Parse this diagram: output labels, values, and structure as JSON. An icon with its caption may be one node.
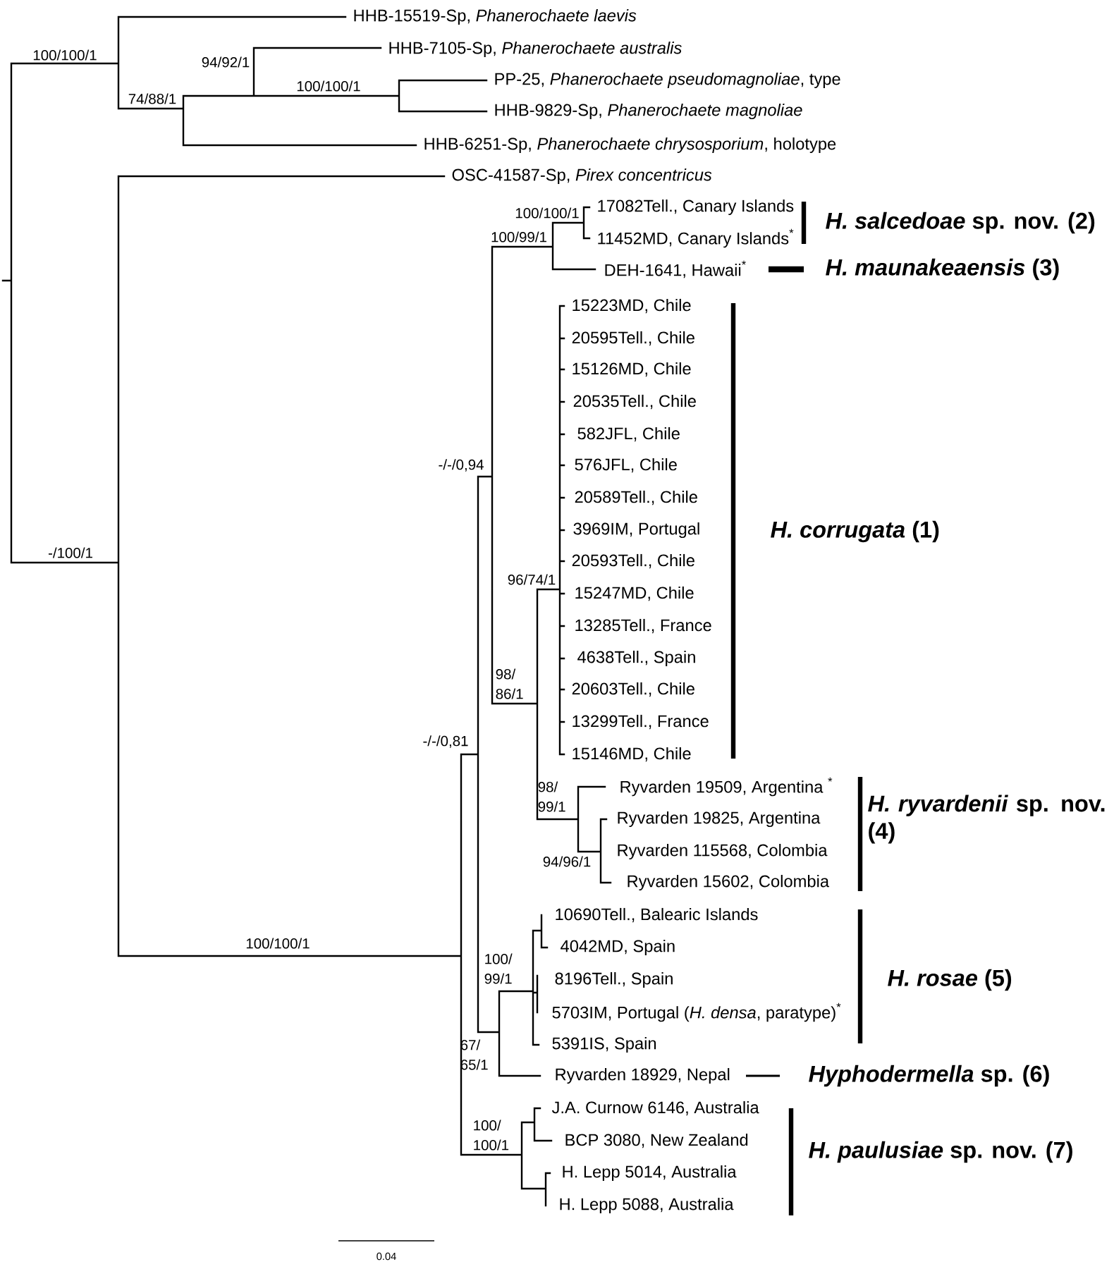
{
  "diagram": {
    "labels": [
      "100/100/1",
      "HHB-15519-Sp, *Phanerochaete laevis*",
      "94/92/1",
      "HHB-7105-Sp, *Phanerochaete australis*",
      "100/100/1",
      "PP-25, *Phanerochaete pseudomagnoliae*, type",
      "74/88/1",
      "HHB-9829-Sp, *Phanerochaete magnoliae*",
      "HHB-6251-Sp, *Phanerochaete chrysosporium*, holotype",
      "OSC-41587-Sp, *Pirex concentricus*",
      "100/100/1",
      "17082Tell., Canary Islands",
      "*H. salcedoae* sp. nov. (2)",
      "100/99/1",
      "11452MD, Canary Islands$^{*}$",
      "DEH-1641, Hawaii$^{*}$",
      "*H. maunakeaensis* (3)",
      "15223MD, Chile",
      "20595Tell., Chile",
      "15126MD, Chile",
      "20535Tell., Chile",
      "582JFL, Chile",
      "-/-/0,94",
      "576JFL, Chile",
      "20589Tell., Chile",
      "3969IM, Portugal",
      "*H. corrugata* (1)",
      "-/100/1",
      "20593Tell., Chile",
      "96/74/1",
      "15247MD, Chile",
      "13285Tell., France",
      "4638Tell., Spain",
      "98/ 86/1",
      "20603Tell., Chile",
      "13299Tell., France",
      "-/-/0,81",
      "15146MD, Chile",
      "Ryvarden 19509, Argentina $^{*}$",
      "98/ 99/1",
      "Ryvarden 19825, Argentina",
      "*H. ryvardenii* sp. nov. (4)",
      "Ryvarden 115568, Colombia",
      "94/96/1",
      "Ryvarden 15602, Colombia",
      "10690Tell., Balearic Islands",
      "4042MD, Spain",
      "100/100/1",
      "100/ 99/1",
      "8196Tell., Spain",
      "*H. rosae* (5)",
      "5703IM, Portugal (*H. densa*, paratype)$^{*}$",
      "5391IS, Spain",
      "67/ 65/1",
      "Ryvarden 18929, Nepal",
      "*Hyphodermella* sp. (6)",
      "J.A. Curnow 6146, Australia",
      "100/ 100/1",
      "BCP 3080, New Zealand",
      "*H. paulusiae* sp. nov. (7)",
      "H. Lepp 5014, Australia",
      "H. Lepp 5088, Australia",
      "0.04"
    ]
  }
}
